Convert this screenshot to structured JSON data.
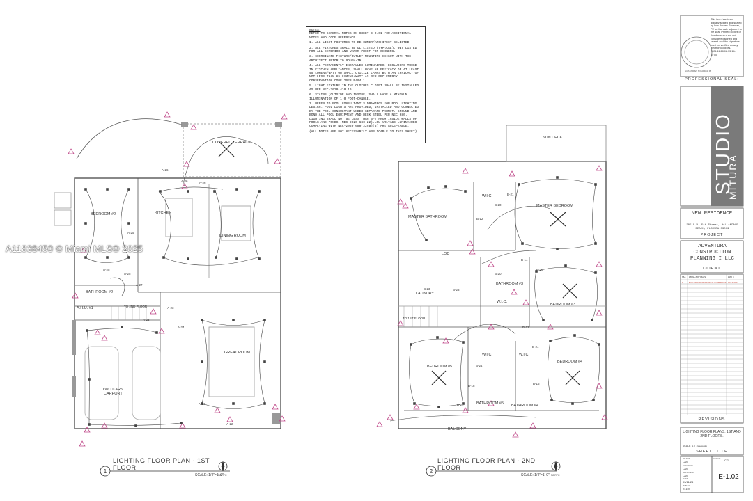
{
  "watermark": "A11838450 © Miami MLS® 2025",
  "notes": {
    "header": "NOTES:",
    "intro": "REFER TO GENERAL NOTES ON SHEET E-0.01 FOR ADDITIONAL NOTES AND CODE REFERENCE",
    "items": [
      "1. ALL LIGHT FIXTURES TO BE OWNER/ARCHITECT SELECTED.",
      "2. ALL FIXTURES SHALL BE UL LISTED (TYPICAL). WET LISTED FOR ALL EXTERIOR AND VAPOR-PROOF FOR SHOWERS.",
      "3. COORDINATE FIXTURE/OUTLET MOUNTING HEIGHT WITH THE ARCHITECT PRIOR TO ROUGH-IN.",
      "4. ALL PERMANENTLY INSTALLED LUMINAIRES, EXCLUDING THOSE IN KITCHEN APPLIANCES, SHALL HAVE AN EFFICACY OF AT LEAST 45 LUMENS/WATT OR SHALL UTILIZE LAMPS WITH AN EFFICACY OF NOT LESS THAN 65 LUMENS/WATT AS PER FBC ENERGY CONSERVATION CODE 2023 R404.1.",
      "5. LIGHT FIXTURE IN THE CLOTHES CLOSET SHALL BE INSTALLED AS PER NEC-2020 410.16.",
      "6. STAIRS (OUTSIDE AND INSIDE) SHALL HAVE A MINIMUM ILLUMINATION OF 1.0 FOOT-CANDLE.",
      "7. REFER TO POOL CONSULTANT'S DRAWINGS FOR POOL LIGHTING DESIGN. POOL LIGHTS ARE PROVIDED, INSTALLED AND CONNECTED BY THE POOL CONSULTANT UNDER SEPARATE PERMIT. GROUND AND BOND ALL POOL EQUIPMENT AND DECK STEEL PER NEC 680. LIGHTING SHALL NOT BE LESS THAN 5FT FROM INSIDE WALLS OF POOLS AND PONDS (NEC-2020 680.22).LOW VOLTAGE LUMINAIRES COMPLYING WITH NEC-2020 680.22(B)(6) ARE ACCEPTABLE."
    ],
    "footer": "(ALL NOTES ARE NOT NECESSARILY APPLICABLE TO THIS SHEET)"
  },
  "plan1": {
    "number": "1",
    "title_line1": "LIGHTING FLOOR PLAN - 1ST",
    "title_line2": "FLOOR",
    "scale": "SCALE: 1/4\"=1'-0\"",
    "north": "NORTH",
    "rooms": {
      "covered_terrace": "COVERED TERRACE",
      "bedroom2": "BEDROOM #2",
      "kitchen": "KITCHEN",
      "dining": "DINING ROOM",
      "bathroom2": "BATHROOM #2",
      "ahu": "A.H.U. #1",
      "to2nd": "TO 2ND FLOOR",
      "great_room": "GREAT ROOM",
      "carport1": "TWO CARS",
      "carport2": "CARPORT"
    },
    "circuits": [
      "A-26",
      "A-26",
      "A-26",
      "A-25",
      "A-25",
      "A-25",
      "A-24",
      "A-23",
      "A-23",
      "A-22",
      "A-22",
      "A-27"
    ]
  },
  "plan2": {
    "number": "2",
    "title_line1": "LIGHTING FLOOR PLAN - 2ND",
    "title_line2": "FLOOR",
    "scale": "SCALE: 1/4\"=1'-0\"",
    "north": "NORTH",
    "rooms": {
      "sun_deck": "SUN DECK",
      "master_bedroom": "MASTER BEDROOM",
      "wic1": "W.I.C.",
      "master_bathroom": "MASTER BATHROOM",
      "lod": "LOD",
      "laundry": "LAUNDRY",
      "bathroom3": "BATHROOM #3",
      "wic2": "W.I.C.",
      "bedroom3": "BEDROOM #3",
      "to1st": "TO 1ST FLOOR",
      "bedroom5": "BEDROOM #5",
      "wic3": "W.I.C.",
      "wic4": "W.I.C.",
      "bedroom4": "BEDROOM #4",
      "bathroom5": "BATHROOM #5",
      "bathroom4": "BATHROOM #4",
      "balcony": "BALCONY"
    },
    "circuits": [
      "B-21",
      "B-12",
      "B-20",
      "B-20",
      "B-20",
      "B-14",
      "B-23",
      "B-23",
      "B-22",
      "B-24",
      "B-24",
      "B-18",
      "B-16",
      "B-21"
    ]
  },
  "titleblock": {
    "seal_text": "This item has been digitally signed and sealed by Luis Andres Socarras, PE on the date adjacent to the seal. Printed copies of this document are not considered signed and sealed and the signature must be verified on any electronic copies. 2024.11.28 08:33:14-05'00'",
    "seal_caption": "LUIS ANDRES SOCARRAS, PE",
    "professional_seal": "PROFESSIONAL SEAL:",
    "studio_brand": "STUDIO",
    "studio_sub": "MITURA",
    "project_name": "NEW RESIDENCE",
    "project_address": "205 S.W. 5th Street, HALLANDALE BEACH, FLORIDA 33009",
    "project_label": "PROJECT",
    "client_name": "ADVENTURA CONSTRUCTION PLANNING I LLC",
    "client_label": "CLIENT",
    "rev_headers": [
      "NO.",
      "DESCRIPTION",
      "DATE"
    ],
    "rev_rows": [
      [
        "1",
        "BUILDING DEPARTMENT COMMENTS",
        "11/13/2024"
      ]
    ],
    "revisions_label": "REVISIONS",
    "sheet_title": "LIGHTING FLOOR PLANS. 1ST AND 2ND FLOORS.",
    "scale_label": "SCALE",
    "scale_value": "AS SHOWN",
    "sheet_title_label": "SHEET TITLE",
    "drawn_label": "DRAWN",
    "drawn_value": "LAS",
    "check_label": "CHECK",
    "check_value": "CG",
    "checked_label": "CHECKED",
    "checked_value": "LAS",
    "approved_label": "APPROVED",
    "approved_value": "LAS",
    "date_label": "DATE",
    "date_value": "03/11/24",
    "job_label": "JOB NO.",
    "job_value": "24104",
    "sheet_number": "E-1.02"
  },
  "colors": {
    "line": "#444444",
    "fixture_marker": "#c04a8a",
    "wall": "#555555"
  }
}
